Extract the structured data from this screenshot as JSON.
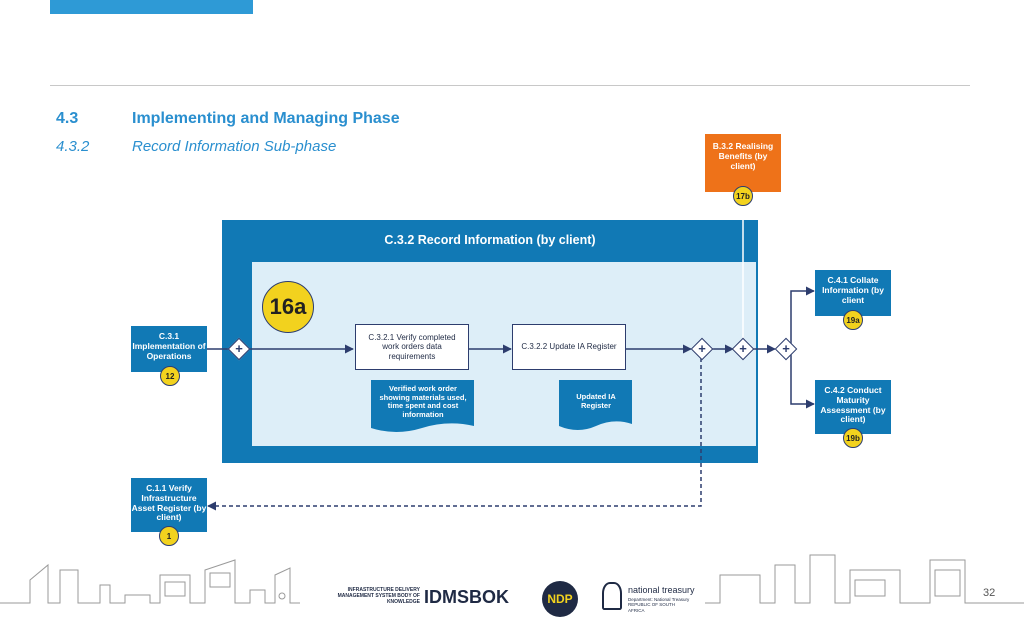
{
  "header": {
    "section_number": "4.3",
    "section_title": "Implementing and Managing Phase",
    "subsection_number": "4.3.2",
    "subsection_title": "Record Information Sub-phase"
  },
  "diagram": {
    "outer_title": "C.3.2 Record Information (by client)",
    "main_badge": "16a",
    "input_box": {
      "label": "C.3.1 Implementation of Operations",
      "badge": "12"
    },
    "verify_box": {
      "label": "C.1.1 Verify Infrastructure Asset Register (by client)",
      "badge": "1"
    },
    "realising_box": {
      "label": "B.3.2 Realising Benefits (by client)",
      "badge": "17b"
    },
    "collate_box": {
      "label": "C.4.1 Collate Information (by client",
      "badge": "19a"
    },
    "maturity_box": {
      "label": "C.4.2 Conduct Maturity Assessment (by client)",
      "badge": "19b"
    },
    "task1": "C.3.2.1 Verify completed work orders data requirements",
    "task2": "C.3.2.2 Update IA Register",
    "doc1": "Verified work order showing materials used, time spent and cost information",
    "doc2": "Updated IA Register",
    "gateway_symbol": "+",
    "colors": {
      "dark_blue": "#1179b5",
      "light_blue": "#ddeef8",
      "orange": "#ee7219",
      "yellow": "#f2d21e",
      "line": "#2d3d6e"
    }
  },
  "footer": {
    "idms_small": "INFRASTRUCTURE DELIVERY MANAGEMENT SYSTEM BODY OF KNOWLEDGE",
    "idms_big": "IDMSBOK",
    "ndp": "NDP",
    "treasury_title": "national treasury",
    "treasury_sub": "Department: National Treasury REPUBLIC OF SOUTH AFRICA",
    "page_number": "32"
  }
}
